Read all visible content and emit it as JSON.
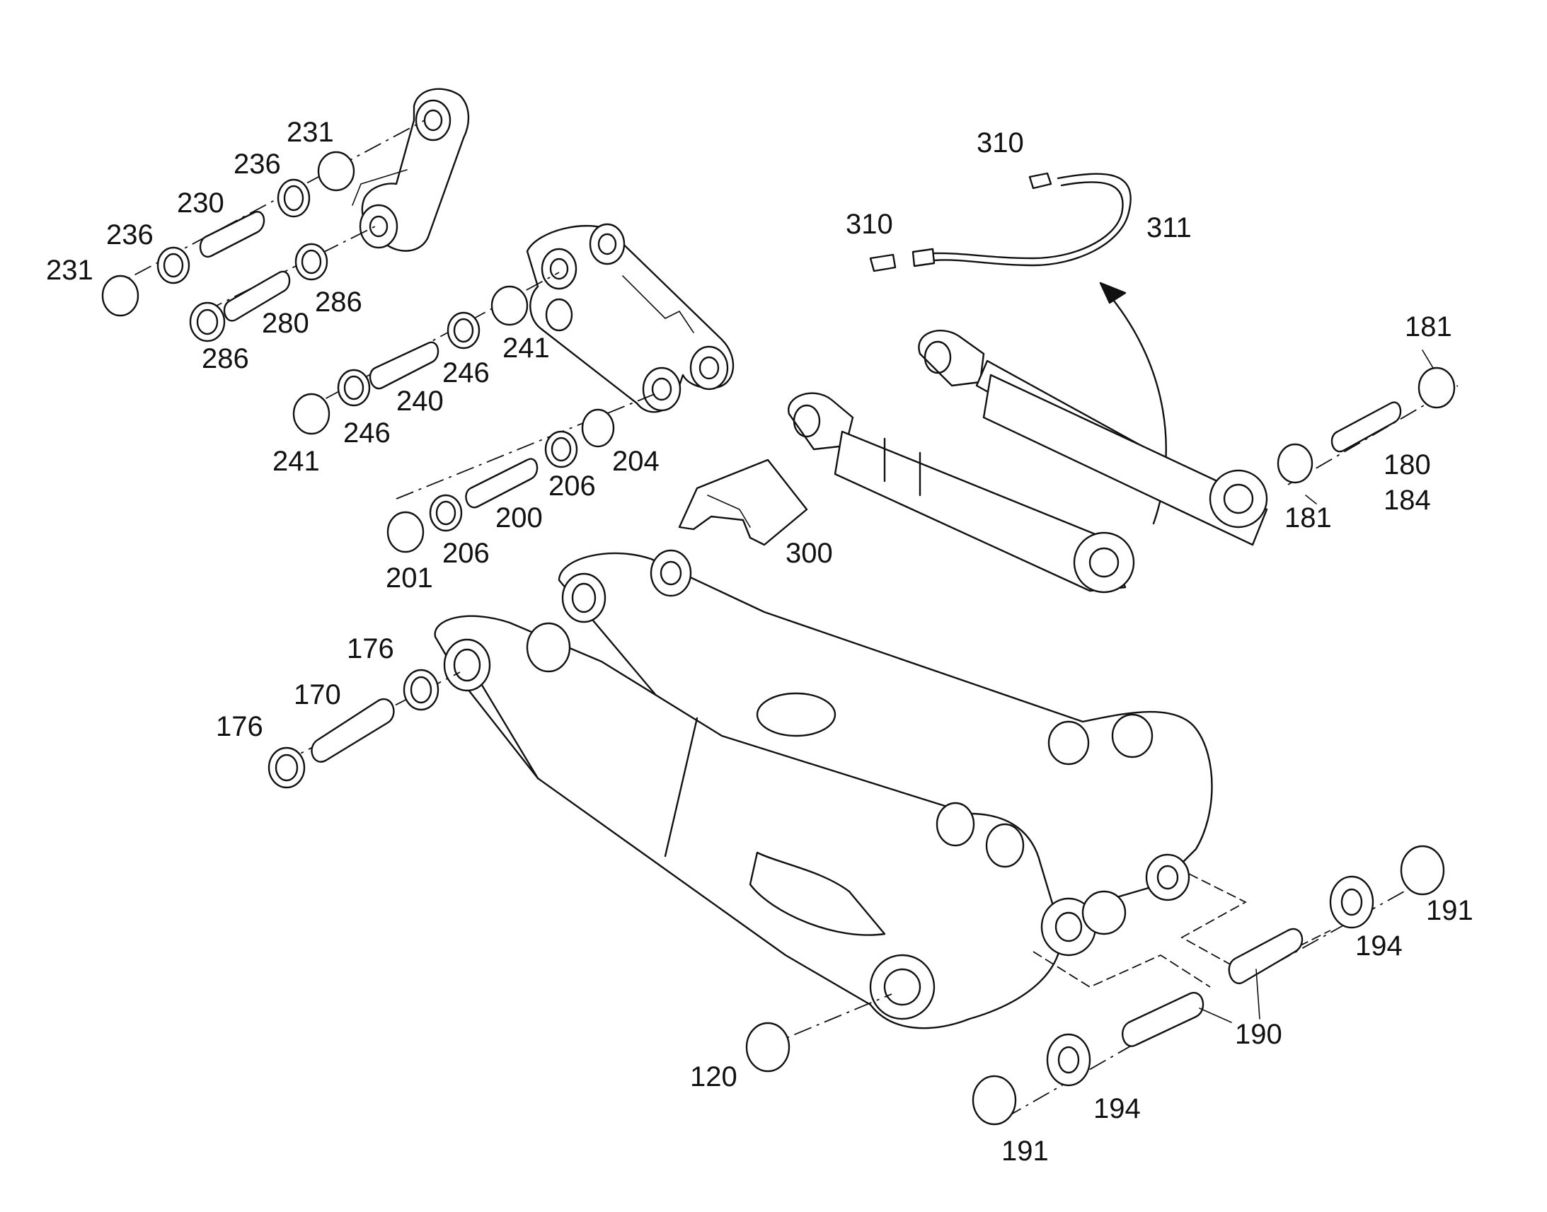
{
  "diagram": {
    "callouts": [
      {
        "id": "c231a",
        "text": "231"
      },
      {
        "id": "c236a",
        "text": "236"
      },
      {
        "id": "c230",
        "text": "230"
      },
      {
        "id": "c236b",
        "text": "236"
      },
      {
        "id": "c231b",
        "text": "231"
      },
      {
        "id": "c286a",
        "text": "286"
      },
      {
        "id": "c280",
        "text": "280"
      },
      {
        "id": "c286b",
        "text": "286"
      },
      {
        "id": "c241a",
        "text": "241"
      },
      {
        "id": "c246a",
        "text": "246"
      },
      {
        "id": "c240",
        "text": "240"
      },
      {
        "id": "c246b",
        "text": "246"
      },
      {
        "id": "c241b",
        "text": "241"
      },
      {
        "id": "c204",
        "text": "204"
      },
      {
        "id": "c206a",
        "text": "206"
      },
      {
        "id": "c200",
        "text": "200"
      },
      {
        "id": "c206b",
        "text": "206"
      },
      {
        "id": "c201",
        "text": "201"
      },
      {
        "id": "c300",
        "text": "300"
      },
      {
        "id": "c310a",
        "text": "310"
      },
      {
        "id": "c311",
        "text": "311"
      },
      {
        "id": "c310b",
        "text": "310"
      },
      {
        "id": "c181a",
        "text": "181"
      },
      {
        "id": "c180",
        "text": "180"
      },
      {
        "id": "c184",
        "text": "184"
      },
      {
        "id": "c181b",
        "text": "181"
      },
      {
        "id": "c176a",
        "text": "176"
      },
      {
        "id": "c170",
        "text": "170"
      },
      {
        "id": "c176b",
        "text": "176"
      },
      {
        "id": "c120",
        "text": "120"
      },
      {
        "id": "c191a",
        "text": "191"
      },
      {
        "id": "c194a",
        "text": "194"
      },
      {
        "id": "c190",
        "text": "190"
      },
      {
        "id": "c194b",
        "text": "194"
      },
      {
        "id": "c191b",
        "text": "191"
      }
    ]
  }
}
